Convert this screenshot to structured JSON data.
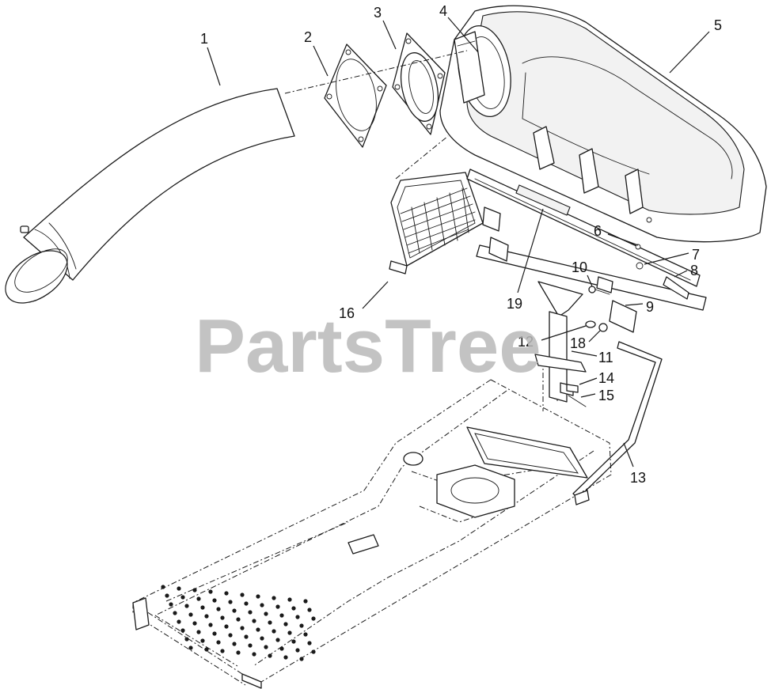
{
  "watermark": {
    "text": "PartsTree"
  },
  "callouts": [
    "1",
    "2",
    "3",
    "4",
    "5",
    "6",
    "7",
    "8",
    "9",
    "10",
    "11",
    "12",
    "13",
    "14",
    "15",
    "16",
    "18",
    "19"
  ]
}
